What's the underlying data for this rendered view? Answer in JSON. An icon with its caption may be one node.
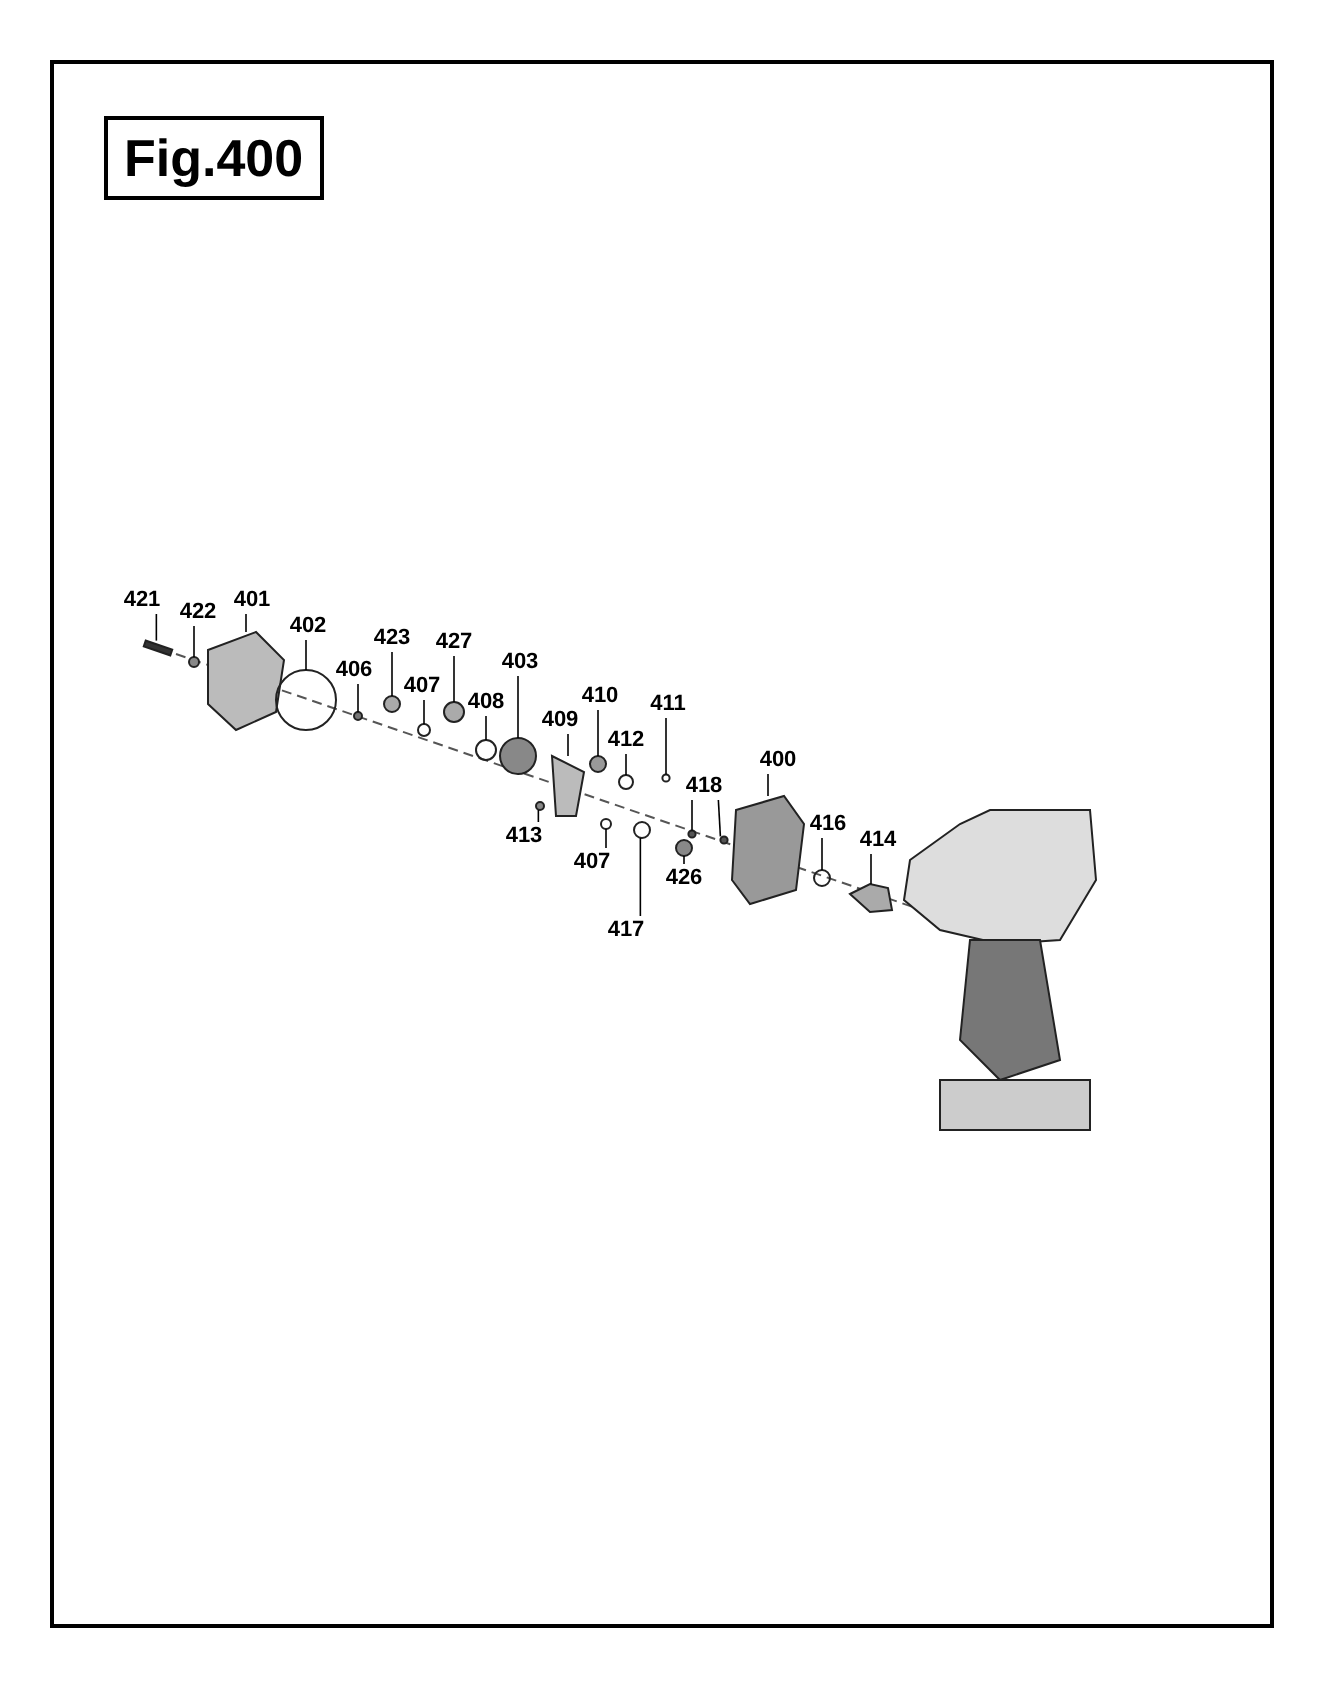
{
  "diagram": {
    "nodes": [
      {
        "text": [
          "Fig.400"
        ]
      },
      {
        "text": [
          "421"
        ]
      },
      {
        "text": [
          "422"
        ]
      },
      {
        "text": [
          "401"
        ]
      },
      {
        "text": [
          "402"
        ]
      },
      {
        "text": [
          "406"
        ]
      },
      {
        "text": [
          "423"
        ]
      },
      {
        "text": [
          "407"
        ]
      },
      {
        "text": [
          "427"
        ]
      },
      {
        "text": [
          "408"
        ]
      },
      {
        "text": [
          "403"
        ]
      },
      {
        "text": [
          "409"
        ]
      },
      {
        "text": [
          "410"
        ]
      },
      {
        "text": [
          "412"
        ]
      },
      {
        "text": [
          "411"
        ]
      },
      {
        "text": [
          "413"
        ]
      },
      {
        "text": [
          "407"
        ]
      },
      {
        "text": [
          "417"
        ]
      },
      {
        "text": [
          "426"
        ]
      },
      {
        "text": [
          "418"
        ]
      },
      {
        "text": [
          "400"
        ]
      },
      {
        "text": [
          "416"
        ]
      },
      {
        "text": [
          "414"
        ]
      },
      {
        "text": [],
        "shape": "bar"
      },
      {
        "text": [],
        "shape": "circle"
      },
      {
        "text": [],
        "shape": "picture"
      },
      {
        "text": [],
        "shape": "circle"
      },
      {
        "text": [],
        "shape": "circle"
      },
      {
        "text": [],
        "shape": "circle"
      },
      {
        "text": [],
        "shape": "circle"
      },
      {
        "text": [],
        "shape": "circle"
      },
      {
        "text": [],
        "shape": "circle"
      },
      {
        "text": [],
        "shape": "circle"
      },
      {
        "text": [],
        "shape": "picture"
      },
      {
        "text": [],
        "shape": "circle"
      },
      {
        "text": [],
        "shape": "circle"
      },
      {
        "text": [],
        "shape": "circle"
      },
      {
        "text": [],
        "shape": "circle"
      },
      {
        "text": [],
        "shape": "circle"
      },
      {
        "text": [],
        "shape": "circle"
      },
      {
        "text": [],
        "shape": "circle"
      },
      {
        "text": [],
        "shape": "circle"
      },
      {
        "text": [],
        "shape": "circle"
      },
      {
        "text": [],
        "shape": "picture"
      },
      {
        "text": [],
        "shape": "circle"
      },
      {
        "text": [],
        "shape": "picture"
      }
    ],
    "edges": [
      {
        "from": 1,
        "to": 23,
        "arrow": "none"
      },
      {
        "from": 2,
        "to": 24,
        "arrow": "none"
      },
      {
        "from": 3,
        "to": 25,
        "arrow": "none"
      },
      {
        "from": 4,
        "to": 26,
        "arrow": "none"
      },
      {
        "from": 5,
        "to": 27,
        "arrow": "none"
      },
      {
        "from": 6,
        "to": 28,
        "arrow": "none"
      },
      {
        "from": 7,
        "to": 29,
        "arrow": "none"
      },
      {
        "from": 8,
        "to": 30,
        "arrow": "none"
      },
      {
        "from": 9,
        "to": 31,
        "arrow": "none"
      },
      {
        "from": 10,
        "to": 32,
        "arrow": "none"
      },
      {
        "from": 11,
        "to": 33,
        "arrow": "none"
      },
      {
        "from": 12,
        "to": 34,
        "arrow": "none"
      },
      {
        "from": 13,
        "to": 35,
        "arrow": "none"
      },
      {
        "from": 14,
        "to": 36,
        "arrow": "none"
      },
      {
        "from": 15,
        "to": 37,
        "arrow": "none"
      },
      {
        "from": 16,
        "to": 38,
        "arrow": "none"
      },
      {
        "from": 17,
        "to": 39,
        "arrow": "none"
      },
      {
        "from": 18,
        "to": 40,
        "arrow": "none"
      },
      {
        "from": 19,
        "to": 41,
        "arrow": "none"
      },
      {
        "from": 19,
        "to": 42,
        "arrow": "none"
      },
      {
        "from": 20,
        "to": 43,
        "arrow": "none"
      },
      {
        "from": 21,
        "to": 44,
        "arrow": "none"
      },
      {
        "from": 22,
        "to": 45,
        "arrow": "none"
      }
    ]
  }
}
